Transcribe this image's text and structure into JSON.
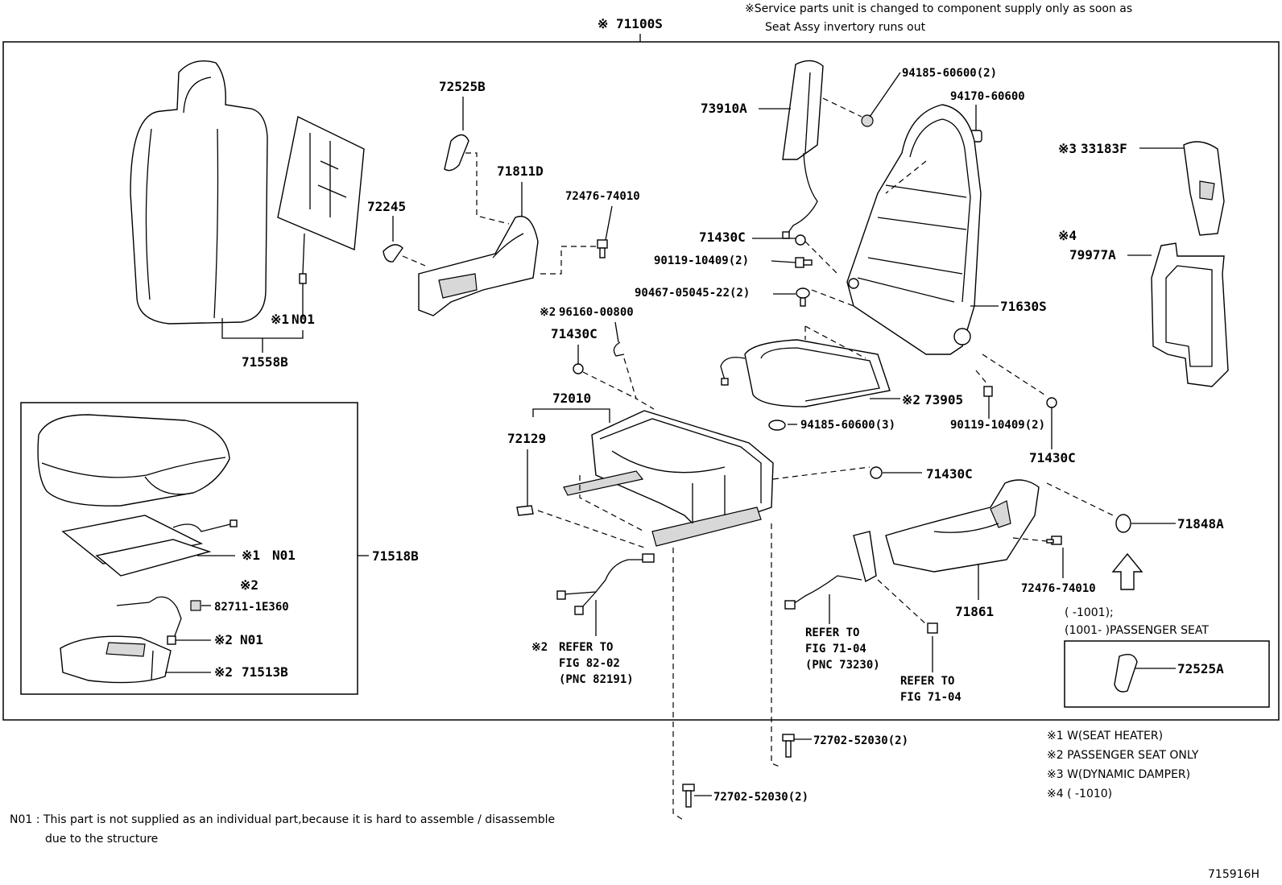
{
  "header_note": {
    "line1": "※Service parts unit is changed to component supply only as soon as",
    "line2": "Seat Assy invertory runs out"
  },
  "assembly_label": "※ 71100S",
  "parts": {
    "p72525B": "72525B",
    "p71811D": "71811D",
    "p72476_74010_top": "72476-74010",
    "p72245": "72245",
    "p73910A": "73910A",
    "p94185_60600_2": "94185-60600(2)",
    "p94170_60600": "94170-60600",
    "p33183F": "33183F",
    "p33183F_mark": "※3",
    "p79977A_mark": "※4",
    "p79977A": "79977A",
    "p71430C_a": "71430C",
    "p90119_10409_2_a": "90119-10409(2)",
    "p90467": "90467-05045-22(2)",
    "p71630S": "71630S",
    "p96160_mark": "※2",
    "p96160": "96160-00800",
    "p71430C_b": "71430C",
    "p72010": "72010",
    "p72129": "72129",
    "p73905_mark": "※2",
    "p73905": "73905",
    "p94185_60600_3": "94185-60600(3)",
    "p90119_10409_2_b": "90119-10409(2)",
    "p71430C_c": "71430C",
    "p71430C_d": "71430C",
    "p71848A": "71848A",
    "p72476_74010_bot": "72476-74010",
    "p71861": "71861",
    "n01_top_mark": "※1",
    "n01_top": "N01",
    "p71558B": "71558B",
    "p71518B": "71518B",
    "n01_heater_mark": "※1",
    "n01_heater": "N01",
    "p82711_mark": "※2",
    "p82711": "82711-1E360",
    "n01_sensor_mark": "※2",
    "n01_sensor": "N01",
    "p71513B_mark": "※2",
    "p71513B": "71513B",
    "p72702_a": "72702-52030(2)",
    "p72702_b": "72702-52030(2)",
    "p72525A": "72525A"
  },
  "refs": {
    "ref82_mark": "※2",
    "ref82_l1": "REFER TO",
    "ref82_l2": "FIG 82-02",
    "ref82_l3": "(PNC 82191)",
    "ref71a_l1": "REFER TO",
    "ref71a_l2": "FIG 71-04",
    "ref71a_l3": "(PNC 73230)",
    "ref71b_l1": "REFER TO",
    "ref71b_l2": "FIG 71-04"
  },
  "passenger_box": {
    "line1": "(       -1001);",
    "line2": "(1001-       )PASSENGER SEAT"
  },
  "legend": {
    "l1": "※1 W(SEAT HEATER)",
    "l2": "※2  PASSENGER SEAT ONLY",
    "l3": "※3  W(DYNAMIC DAMPER)",
    "l4": "※4  (        -1010)"
  },
  "footnote": {
    "line1": "N01 : This part is not supplied as an individual part,because it is hard to assemble / disassemble",
    "line2": "due to the structure"
  },
  "figure_code": "715916H"
}
